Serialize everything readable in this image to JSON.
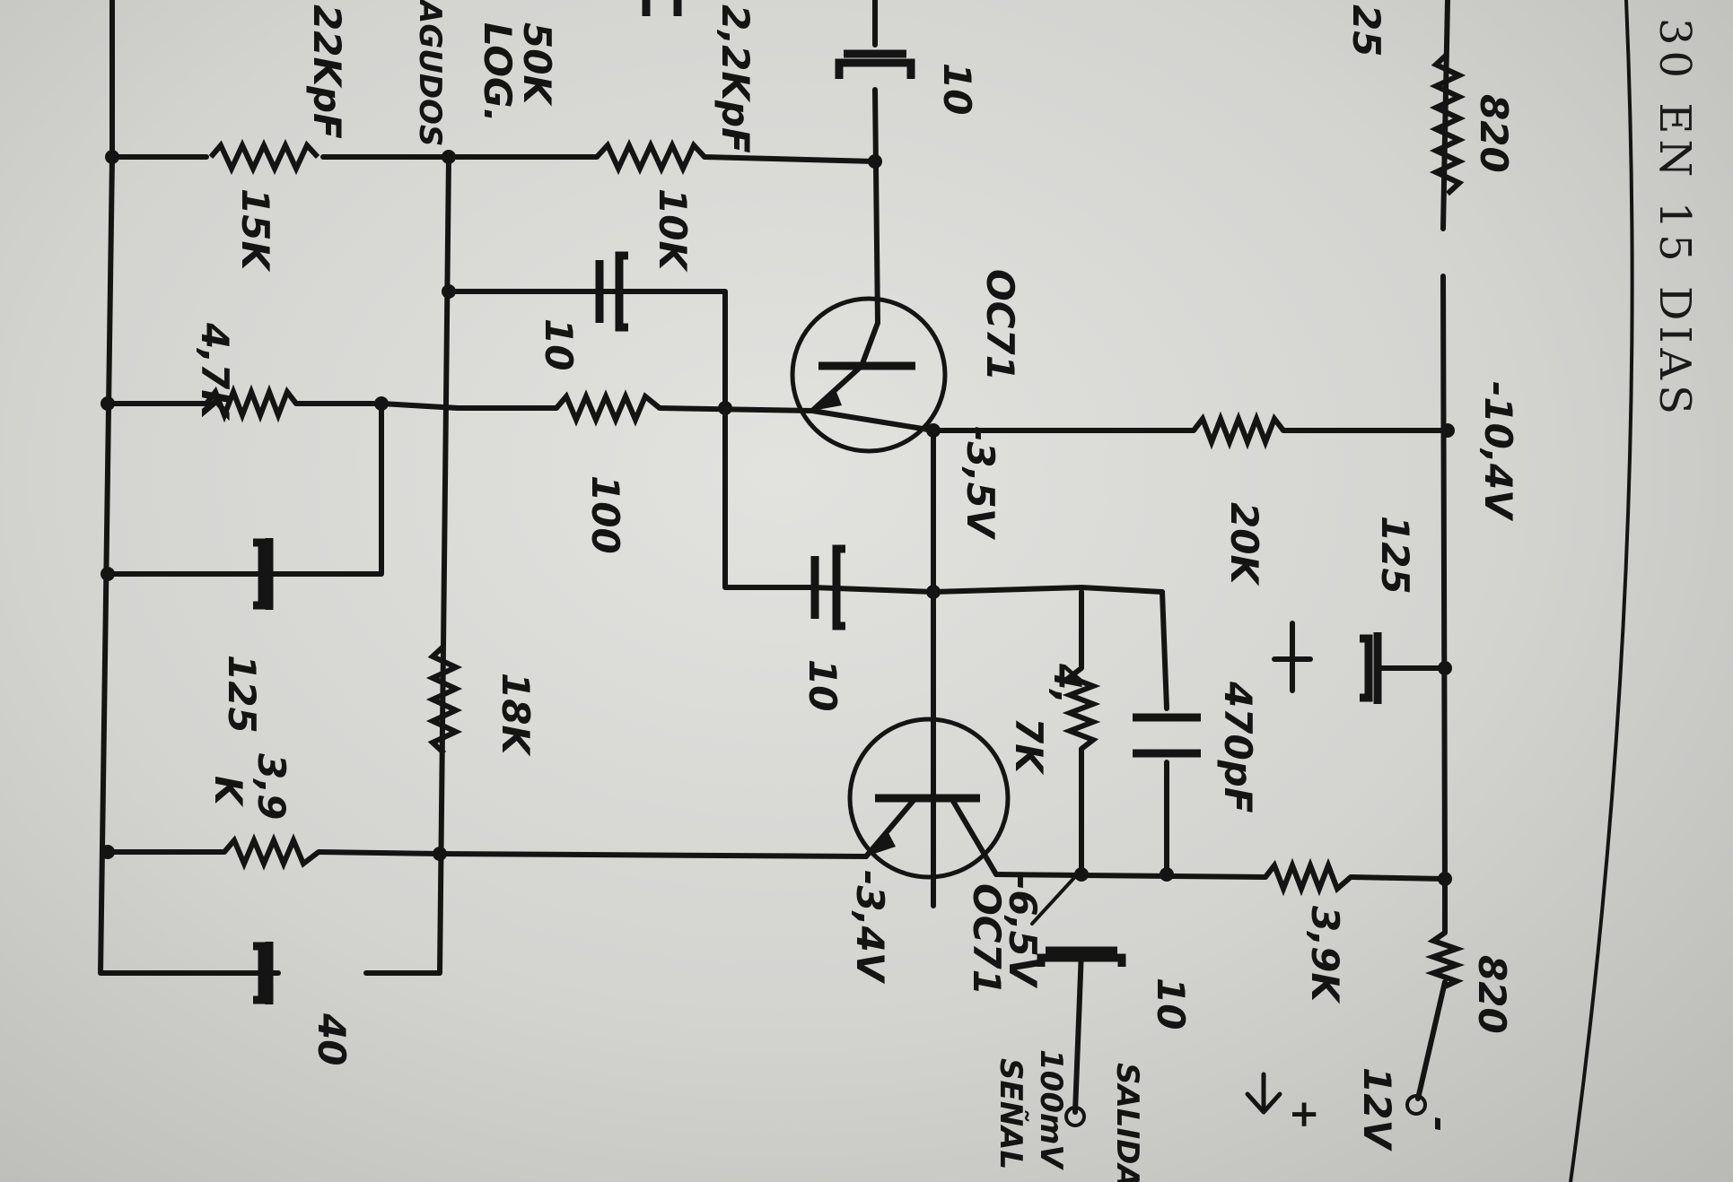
{
  "header": {
    "title": "30 EN 15 DIAS",
    "clipped_label": "25"
  },
  "labels": {
    "r_820_top": "820",
    "cap_10_coll": "10",
    "cap_2_2k": "2,2KpF",
    "pot_50k": "50K",
    "pot_log": "LOG.",
    "agudos": "AGUDOS",
    "cap_22k": "22KpF",
    "r_10k": "10K",
    "r_15k": "15K",
    "cap_10_a": "10",
    "q1_type": "OC71",
    "r_4_7k_a": "4,7K",
    "v_minus_10_4": "-10,4V",
    "r_100": "100",
    "v_minus_3_5": "-3,5V",
    "r_20k": "20K",
    "cap_125_top": "125",
    "cap_10_b": "10",
    "cap_125_bottom": "125",
    "r_18k": "18K",
    "r_4_7k_b_1": "4,",
    "r_4_7k_b_2": "7K",
    "cap_470pf": "470pF",
    "r_3_9k_a_1": "3,9",
    "r_3_9k_a_2": "K",
    "q2_type": "OC71",
    "v_minus_3_4": "-3,4V",
    "v_minus_6_5": "-6,5V",
    "r_3_9k_b": "3,9K",
    "r_820_bottom": "820",
    "cap_10_out": "10",
    "cap_40": "40",
    "supply_v": "12V",
    "supply_sign": "-",
    "plus_sign": "+",
    "salida": "SALIDA",
    "senal_level": "100mV",
    "senal": "SEÑAL"
  },
  "colors": {
    "ink": "#141414",
    "paper": "#dcdcd9"
  }
}
